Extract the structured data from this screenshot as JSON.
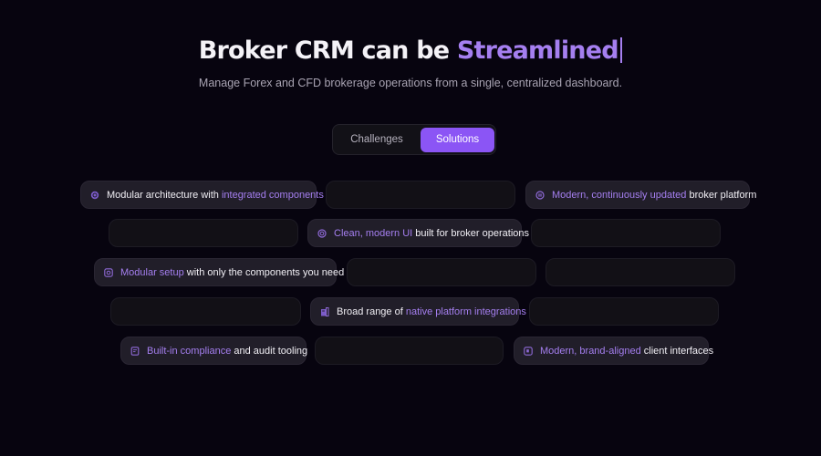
{
  "hero": {
    "title_prefix": "Broker CRM can be ",
    "title_accent": "Streamlined",
    "subtitle": "Manage Forex and CFD brokerage operations from a single, centralized dashboard."
  },
  "toggle": {
    "tabs": [
      {
        "label": "Challenges",
        "active": false
      },
      {
        "label": "Solutions",
        "active": true
      }
    ]
  },
  "colors": {
    "background": "#07040f",
    "accent": "#a57ff0",
    "active_tab": "#8b55f5",
    "pill_feature_bg": "#211e29",
    "pill_empty_bg": "#121016"
  },
  "features": [
    {
      "icon": "chip-icon",
      "parts": [
        {
          "text": "Modular architecture with ",
          "hl": false
        },
        {
          "text": "integrated components",
          "hl": true
        }
      ]
    },
    {
      "icon": "refresh-icon",
      "parts": [
        {
          "text": "Modern, continuously updated",
          "hl": true
        },
        {
          "text": " broker platform",
          "hl": false
        }
      ]
    },
    {
      "icon": "ui-icon",
      "parts": [
        {
          "text": "Clean, modern UI",
          "hl": true
        },
        {
          "text": " built for broker operations",
          "hl": false
        }
      ]
    },
    {
      "icon": "setup-icon",
      "parts": [
        {
          "text": "Modular setup",
          "hl": true
        },
        {
          "text": " with only the components you need",
          "hl": false
        }
      ]
    },
    {
      "icon": "integrations-icon",
      "parts": [
        {
          "text": "Broad range of ",
          "hl": false
        },
        {
          "text": "native platform integrations",
          "hl": true
        }
      ]
    },
    {
      "icon": "compliance-icon",
      "parts": [
        {
          "text": "Built-in compliance",
          "hl": true
        },
        {
          "text": " and audit tooling",
          "hl": false
        }
      ]
    },
    {
      "icon": "interface-icon",
      "parts": [
        {
          "text": "Modern, brand-aligned",
          "hl": true
        },
        {
          "text": " client interfaces",
          "hl": false
        }
      ]
    }
  ]
}
